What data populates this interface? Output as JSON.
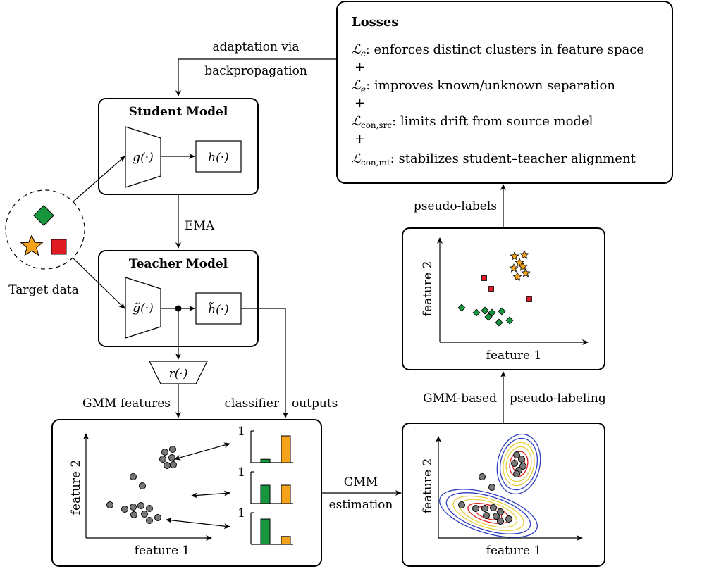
{
  "losses": {
    "title": "Losses",
    "items": [
      {
        "sym": "ℒ",
        "sub": "c",
        "text": ": enforces distinct clusters in feature space"
      },
      {
        "sym": "ℒ",
        "sub": "e",
        "text": ": improves known/unknown separation"
      },
      {
        "sym": "ℒ",
        "sub": "con,src",
        "text": ": limits drift from source model"
      },
      {
        "sym": "ℒ",
        "sub": "con,mt",
        "text": ": stabilizes student–teacher alignment"
      }
    ],
    "plus": "+"
  },
  "labels": {
    "adaptation_1": "adaptation via",
    "adaptation_2": "backpropagation",
    "student_title": "Student Model",
    "teacher_title": "Teacher Model",
    "g": "g(·)",
    "h": "h(·)",
    "g_tilde": "g̃(·)",
    "h_tilde": "h̃(·)",
    "r": "r(·)",
    "ema": "EMA",
    "target_data": "Target data",
    "gmm_features": "GMM features",
    "classifier": "classifier",
    "outputs": "outputs",
    "gmm_est_1": "GMM",
    "gmm_est_2": "estimation",
    "gmm_based": "GMM-based",
    "pseudo_labeling": "pseudo-labeling",
    "pseudo_labels": "pseudo-labels",
    "feature1": "feature 1",
    "feature2": "feature 2",
    "one": "1"
  },
  "colors": {
    "green": "#17963e",
    "orange": "#f5a31a",
    "red": "#e11b22",
    "gray": "#777777",
    "contour_blue": "#2e3fbf",
    "contour_yellow": "#e8d040",
    "contour_red": "#e02020"
  },
  "bars": [
    {
      "green": 0.12,
      "orange": 0.95
    },
    {
      "green": 0.65,
      "orange": 0.65
    },
    {
      "green": 0.9,
      "orange": 0.28
    }
  ]
}
